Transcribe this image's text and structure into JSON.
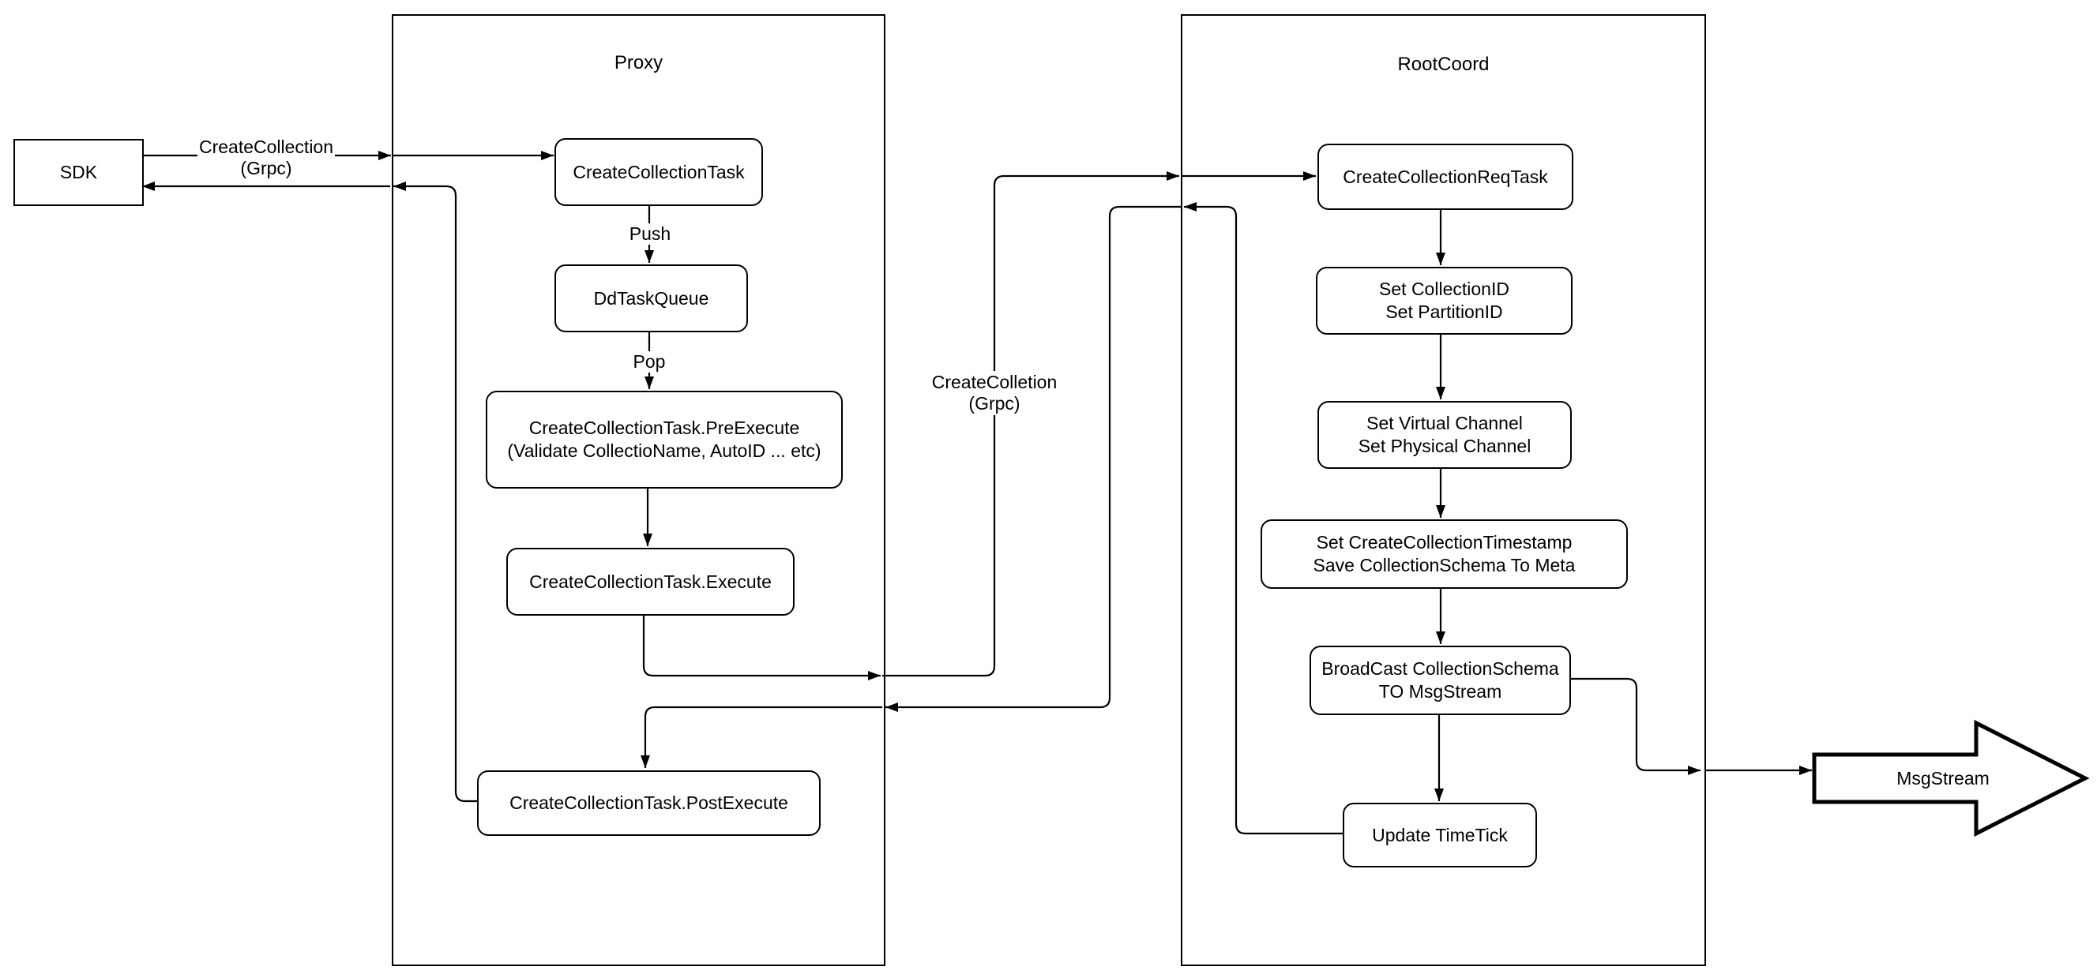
{
  "diagram": {
    "containers": {
      "proxy": {
        "title": "Proxy"
      },
      "rootcoord": {
        "title": "RootCoord"
      }
    },
    "nodes": {
      "sdk": {
        "line1": "SDK"
      },
      "create_task": {
        "line1": "CreateCollectionTask"
      },
      "dd_queue": {
        "line1": "DdTaskQueue"
      },
      "pre_exec": {
        "line1": "CreateCollectionTask.PreExecute",
        "line2": "(Validate CollectioName, AutoID ... etc)"
      },
      "exec": {
        "line1": "CreateCollectionTask.Execute"
      },
      "post_exec": {
        "line1": "CreateCollectionTask.PostExecute"
      },
      "req_task": {
        "line1": "CreateCollectionReqTask"
      },
      "set_ids": {
        "line1": "Set CollectionID",
        "line2": "Set PartitionID"
      },
      "set_channels": {
        "line1": "Set Virtual Channel",
        "line2": "Set Physical Channel"
      },
      "set_ts": {
        "line1": "Set CreateCollectionTimestamp",
        "line2": "Save CollectionSchema To Meta"
      },
      "broadcast": {
        "line1": "BroadCast CollectionSchema",
        "line2": "TO MsgStream"
      },
      "update_tt": {
        "line1": "Update TimeTick"
      },
      "msgstream": {
        "line1": "MsgStream"
      }
    },
    "edge_labels": {
      "grpc_out": {
        "line1": "CreateCollection",
        "line2": "(Grpc)"
      },
      "grpc_mid": {
        "line1": "CreateColletion",
        "line2": "(Grpc)"
      },
      "push": {
        "text": "Push"
      },
      "pop": {
        "text": "Pop"
      }
    },
    "colors": {
      "stroke": "#000000",
      "background": "#ffffff"
    }
  }
}
